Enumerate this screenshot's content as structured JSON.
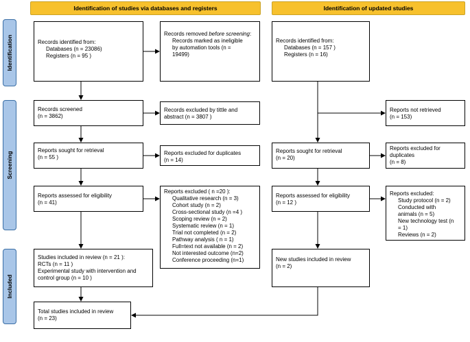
{
  "headers": {
    "left": "Identification of studies via databases and registers",
    "right": "Identification of updated studies"
  },
  "phases": {
    "identification": "Identification",
    "screening": "Screening",
    "included": "Included"
  },
  "left": {
    "identified": {
      "title": "Records identified from:",
      "databases": "Databases (n = 23086)",
      "registers": "Registers (n = 95 )"
    },
    "removed": {
      "title_prefix": "Records removed ",
      "title_italic": "before screening",
      "title_suffix": ":",
      "line1": "Records marked as ineligible",
      "line2": "by automation tools (n =",
      "line3": "19499)"
    },
    "screened": {
      "title": "Records screened",
      "n": "(n = 3862)"
    },
    "excluded_title": {
      "line1": "Records excluded by tittle and",
      "line2": "abstract (n = 3807 )"
    },
    "sought": {
      "title": "Reports sought for retrieval",
      "n": "(n = 55 )"
    },
    "dup": {
      "title": "Reports excluded for duplicates",
      "n": "(n = 14)"
    },
    "assessed": {
      "title": "Reports assessed for eligibility",
      "n": "(n = 41)"
    },
    "excluded": {
      "title": "Reports excluded ( n =20 ):",
      "items": [
        "Qualitative research (n = 3)",
        "Cohort study (n = 2)",
        "Cross-sectional study (n =4 )",
        "Scoping review (n = 2)",
        "Systematic review (n = 1)",
        "Trial not completed (n = 2)",
        "Pathway analysis ( n = 1)",
        "Full=text not available (n = 2)",
        "Not interested outcome (n=2)",
        "Conference proceeding (n=1)"
      ]
    },
    "included": {
      "title": "Studies included in review (n = 21 ):",
      "rcts": "RCTs (n = 11 )",
      "exp1": "Experimental study with intervention and",
      "exp2": "control group (n = 10 )"
    },
    "total": {
      "title": "Total studies included in review",
      "n": "(n = 23)"
    }
  },
  "right": {
    "identified": {
      "title": "Records identified from:",
      "databases": "Databases (n = 157 )",
      "registers": "Registers (n = 16)"
    },
    "not_retrieved": {
      "title": "Reports not retrieved",
      "n": "(n = 153)"
    },
    "sought": {
      "title": "Reports sought for retrieval",
      "n": "(n = 20)"
    },
    "dup": {
      "line1": "Reports excluded for",
      "line2": "duplicates",
      "n": "(n = 8)"
    },
    "assessed": {
      "title": "Reports assessed for eligibility",
      "n": "(n = 12 )"
    },
    "excluded": {
      "title": "Reports excluded:",
      "items": [
        "Study protocol (n = 2)",
        "Conducted with",
        "animals (n = 5)",
        "New technology test (n",
        "= 1)",
        "Reviews (n = 2)"
      ]
    },
    "new_included": {
      "title": "New studies included in review",
      "n": "(n = 2)"
    }
  }
}
